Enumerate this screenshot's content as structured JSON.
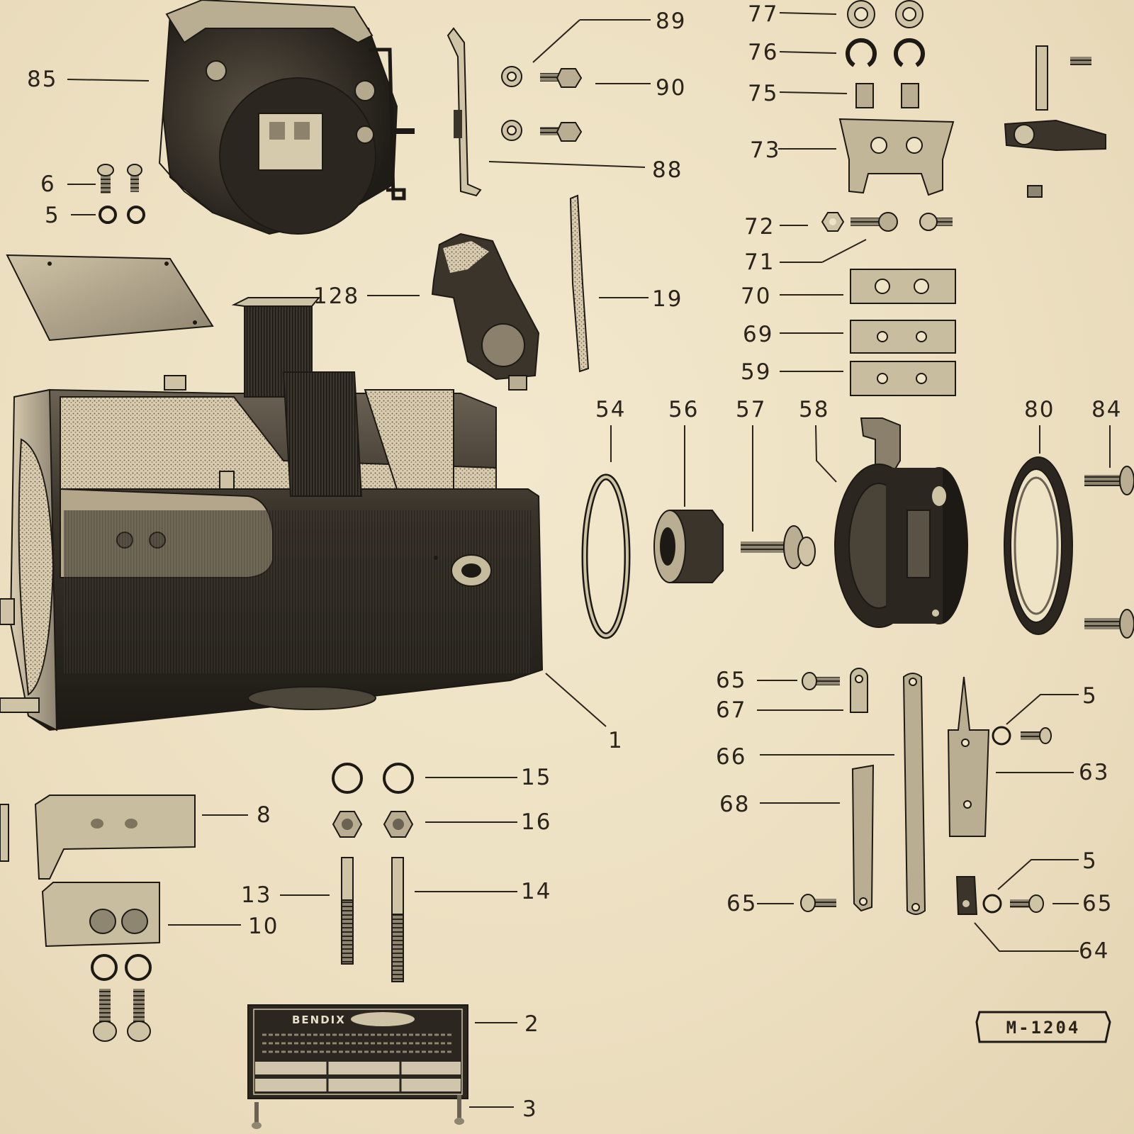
{
  "callouts": [
    {
      "id": "c89",
      "text": "89"
    },
    {
      "id": "c90",
      "text": "90"
    },
    {
      "id": "c88",
      "text": "88"
    },
    {
      "id": "c85",
      "text": "85"
    },
    {
      "id": "c6",
      "text": "6"
    },
    {
      "id": "c5a",
      "text": "5"
    },
    {
      "id": "c77",
      "text": "77"
    },
    {
      "id": "c76",
      "text": "76"
    },
    {
      "id": "c75",
      "text": "75"
    },
    {
      "id": "c73",
      "text": "73"
    },
    {
      "id": "c72",
      "text": "72"
    },
    {
      "id": "c71",
      "text": "71"
    },
    {
      "id": "c70",
      "text": "70"
    },
    {
      "id": "c69",
      "text": "69"
    },
    {
      "id": "c59",
      "text": "59"
    },
    {
      "id": "c128",
      "text": "128"
    },
    {
      "id": "c19",
      "text": "19"
    },
    {
      "id": "c54",
      "text": "54"
    },
    {
      "id": "c56",
      "text": "56"
    },
    {
      "id": "c57",
      "text": "57"
    },
    {
      "id": "c58",
      "text": "58"
    },
    {
      "id": "c80",
      "text": "80"
    },
    {
      "id": "c84",
      "text": "84"
    },
    {
      "id": "c1",
      "text": "1"
    },
    {
      "id": "c65a",
      "text": "65"
    },
    {
      "id": "c67",
      "text": "67"
    },
    {
      "id": "c66",
      "text": "66"
    },
    {
      "id": "c68",
      "text": "68"
    },
    {
      "id": "c65b",
      "text": "65"
    },
    {
      "id": "c5b",
      "text": "5"
    },
    {
      "id": "c63",
      "text": "63"
    },
    {
      "id": "c5c",
      "text": "5"
    },
    {
      "id": "c65c",
      "text": "65"
    },
    {
      "id": "c64",
      "text": "64"
    },
    {
      "id": "c15",
      "text": "15"
    },
    {
      "id": "c16",
      "text": "16"
    },
    {
      "id": "c8",
      "text": "8"
    },
    {
      "id": "c13",
      "text": "13"
    },
    {
      "id": "c14",
      "text": "14"
    },
    {
      "id": "c10",
      "text": "10"
    },
    {
      "id": "c2",
      "text": "2"
    },
    {
      "id": "c3",
      "text": "3"
    }
  ],
  "nameplate": {
    "brand": "BENDIX"
  },
  "drawing_code": "M-1204",
  "colors": {
    "paper": "#efe3c6",
    "ink": "#1d1a15",
    "label": "#2a241c",
    "metal_dark": "#2b2620",
    "metal_light": "#cfc3a6"
  }
}
